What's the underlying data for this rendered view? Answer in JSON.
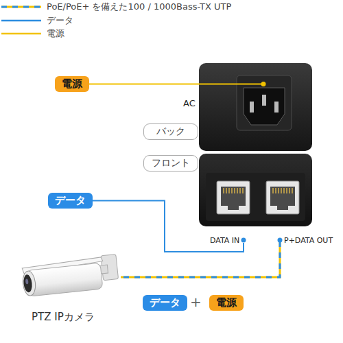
{
  "diagram": {
    "nodes": [
      {
        "text": [
          "電源"
        ]
      },
      {
        "text": [
          "バック"
        ]
      },
      {
        "text": [
          "フロント"
        ]
      },
      {
        "text": [
          "データ"
        ]
      },
      {
        "text": [
          "データ"
        ]
      },
      {
        "text": [
          "電源"
        ]
      }
    ],
    "labels": [
      "AC",
      "DATA IN",
      "P+DATA OUT",
      "+",
      "PTZ IPカメラ"
    ],
    "legend": [
      {
        "text": "PoE/PoE+ を備えた100 / 1000Bass-TX UTP"
      },
      {
        "text": "データ"
      },
      {
        "text": "電源"
      }
    ]
  }
}
